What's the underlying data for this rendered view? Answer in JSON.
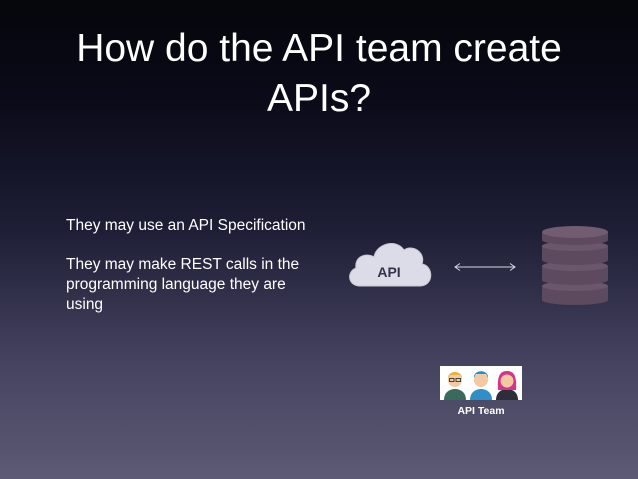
{
  "slide": {
    "title": "How do the API team create APIs?",
    "points": [
      "They may use an API Specification",
      "They may make REST calls in the programming language they are using"
    ]
  },
  "diagram": {
    "cloud_label": "API",
    "cloud_icon": "cloud-icon",
    "connector_icon": "double-arrow-icon",
    "database_icon": "database-icon",
    "team_icon": "team-people-icon",
    "team_label": "API Team"
  },
  "colors": {
    "background_top": "#05050b",
    "background_bottom": "#5c5a74",
    "text": "#ffffff",
    "cloud": "#dcdce8",
    "database": "#5e4a5e"
  }
}
